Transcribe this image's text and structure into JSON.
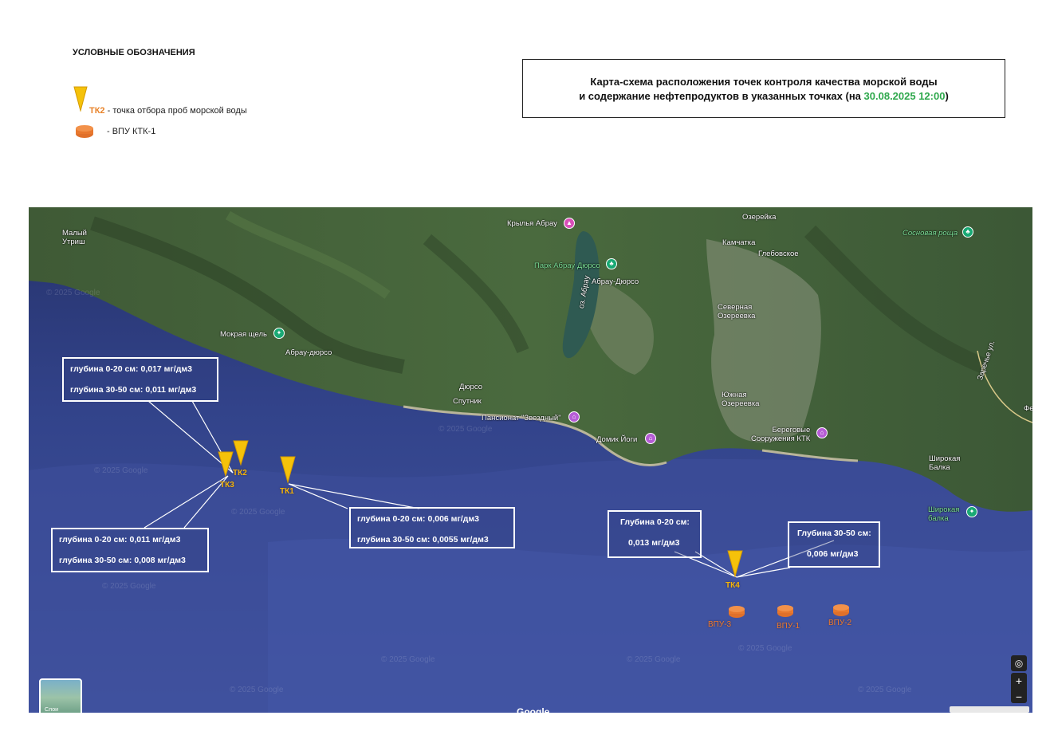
{
  "legend": {
    "title": "УСЛОВНЫЕ ОБОЗНАЧЕНИЯ",
    "tk_code": "ТК2",
    "tk_desc": " - точка отбора проб морской воды",
    "vpu_desc": "- ВПУ КТК-1"
  },
  "info": {
    "line1": "Карта-схема расположения точек контроля качества морской воды",
    "line2_prefix": "и содержание нефтепродуктов в указанных точках (на ",
    "datetime": "30.08.2025 12:00",
    "line2_suffix": ")"
  },
  "map": {
    "places": {
      "maly_utrish": "Малый\nУтриш",
      "krylya_abrau": "Крылья Абрау",
      "park_abrau": "Парк Абрау Дюрсо",
      "abrau_dyurso_town": "Абрау-Дюрсо",
      "oz_abrau": "оз. Абрау",
      "ozereyka": "Озерейка",
      "kamchatka": "Камчатка",
      "glebovskoe": "Глебовское",
      "sosnovaya_roshcha": "Сосновая роща",
      "severnaya_ozereevka": "Северная\nОзереевка",
      "mokraya_shchel": "Мокрая щель",
      "abrau_dyurso_coast": "Абрау-дюрсо",
      "dyurso": "Дюрсо",
      "sputnik": "Спутник",
      "pansionat": "Пансионат \"Звездный\"",
      "yuzhnaya_ozereevka": "Южная\nОзереевка",
      "beregovye": "Береговые\nСооружения КТК",
      "domik_yogi": "Домик Йоги",
      "shirokaya_balka": "Широкая\nБалка",
      "shirokaya_balka2": "Широкая\nбалка",
      "zarechye": "Заречье ул.",
      "fe": "Фе"
    },
    "watermark": "© 2025 Google",
    "google": "Google",
    "layers": "Слои",
    "zoom_in": "+",
    "zoom_out": "−",
    "locate": "◎",
    "points": [
      {
        "id": "tk1",
        "label": "ТК1"
      },
      {
        "id": "tk2",
        "label": "ТК2"
      },
      {
        "id": "tk3",
        "label": "ТК3"
      },
      {
        "id": "tk4",
        "label": "ТК4"
      }
    ],
    "vpu": [
      "ВПУ-3",
      "ВПУ-1",
      "ВПУ-2"
    ],
    "callouts": {
      "tk2": [
        "глубина 0-20 см: 0,017 мг/дм3",
        "глубина 30-50 см:  0,011 мг/дм3"
      ],
      "tk3": [
        "глубина 0-20 см: 0,011 мг/дм3",
        "глубина 30-50 см:  0,008 мг/дм3"
      ],
      "tk1": [
        "глубина 0-20 см: 0,006 мг/дм3",
        "глубина 30-50 см:  0,0055 мг/дм3"
      ],
      "tk4_top": [
        "Глубина 0-20 см:",
        "0,013 мг/дм3"
      ],
      "tk4_bottom": [
        "Глубина 30-50 см:",
        "0,006 мг/дм3"
      ]
    }
  },
  "colors": {
    "tk_marker": "#f5b50a",
    "vpu_marker": "#ef7a2c",
    "datetime": "#2ea84c"
  }
}
